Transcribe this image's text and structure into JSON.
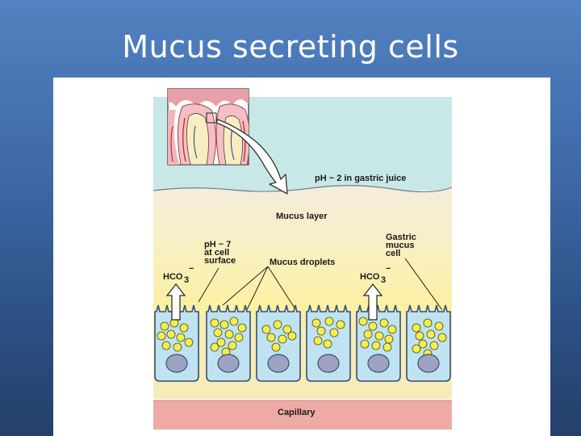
{
  "slide": {
    "title": "Mucus secreting cells"
  },
  "diagram": {
    "labels": {
      "gastric_juice": "pH ~ 2 in gastric juice",
      "mucus_layer": "Mucus layer",
      "ph_cell_line1": "pH ~ 7",
      "ph_cell_line2": "at cell",
      "ph_cell_line3": "surface",
      "gastric_cell_line1": "Gastric",
      "gastric_cell_line2": "mucus",
      "gastric_cell_line3": "cell",
      "mucus_droplets": "Mucus droplets",
      "hco3_left": "HCO",
      "hco3_right": "HCO",
      "hco3_subscript": "3",
      "hco3_charge": "−",
      "capillary": "Capillary"
    },
    "colors": {
      "juice": "#c8e8e8",
      "mucus_top": "#f3ead8",
      "mucus_bottom": "#fbf1a6",
      "cell_fill": "#bfe3f0",
      "cell_stroke": "#3a4f70",
      "droplet": "#f3ee4a",
      "nucleus": "#9ea3c4",
      "capillary": "#eeaaa4",
      "arrow": "#ffffff"
    }
  }
}
